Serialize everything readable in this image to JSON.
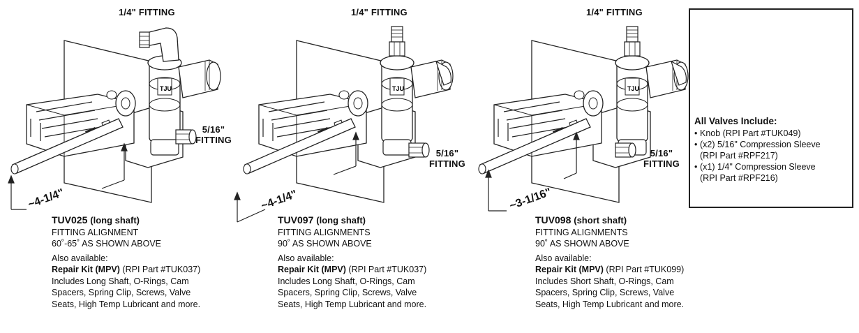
{
  "fitting_labels": {
    "quarter": "1/4\" FITTING",
    "five_sixteenths_line1": "5/16\"",
    "five_sixteenths_line2": "FITTING"
  },
  "valves": [
    {
      "model": "TUV025",
      "shaft": "(long shaft)",
      "dimension": "~4-1/4\"",
      "alignment_title": "FITTING ALIGNMENT",
      "alignment_value": "60˚-65˚ AS SHOWN ABOVE",
      "also_available": "Also available:",
      "kit_name": "Repair Kit (MPV)",
      "kit_part": "(RPI Part #TUK037)",
      "kit_line2": "Includes Long Shaft, O-Rings, Cam",
      "kit_line3": "Spacers, Spring Clip, Screws, Valve",
      "kit_line4": "Seats, High Temp Lubricant and more."
    },
    {
      "model": "TUV097",
      "shaft": "(long shaft)",
      "dimension": "~4-1/4\"",
      "alignment_title": "FITTING ALIGNMENTS",
      "alignment_value": "90˚ AS SHOWN ABOVE",
      "also_available": "Also available:",
      "kit_name": "Repair Kit (MPV)",
      "kit_part": "(RPI Part #TUK037)",
      "kit_line2": "Includes Long Shaft, O-Rings, Cam",
      "kit_line3": "Spacers, Spring Clip, Screws, Valve",
      "kit_line4": "Seats, High Temp Lubricant and more."
    },
    {
      "model": "TUV098",
      "shaft": "(short shaft)",
      "dimension": "~3-1/16\"",
      "alignment_title": "FITTING ALIGNMENTS",
      "alignment_value": "90˚ AS SHOWN ABOVE",
      "also_available": "Also available:",
      "kit_name": "Repair Kit (MPV)",
      "kit_part": "(RPI Part #TUK099)",
      "kit_line2": "Includes Short Shaft, O-Rings, Cam",
      "kit_line3": "Spacers, Spring Clip, Screws, Valve",
      "kit_line4": "Seats, High Temp Lubricant and more."
    }
  ],
  "includes": {
    "heading": "All Valves Include:",
    "items": [
      {
        "line1": "Knob (RPI Part #TUK049)",
        "line2": ""
      },
      {
        "line1": "(x2) 5/16\" Compression Sleeve",
        "line2": "(RPI Part #RPF217)"
      },
      {
        "line1": "(x1) 1/4\" Compression Sleeve",
        "line2": "(RPI Part #RPF216)"
      }
    ]
  }
}
